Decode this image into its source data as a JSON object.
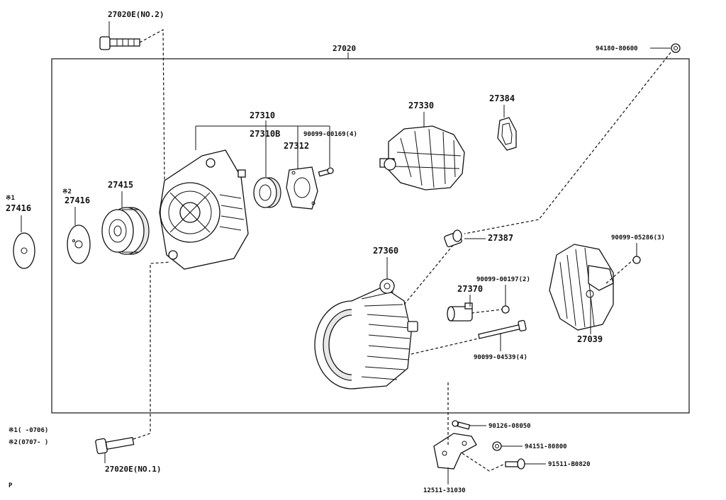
{
  "labels": {
    "bolt_top": "27020E(NO.2)",
    "assembly": "27020",
    "bolt_top_right": "94180-80600",
    "bracket_group": "27310",
    "bearing": "27310B",
    "plate": "27312",
    "screw_group": "90099-00169(4)",
    "rotor": "27330",
    "brush_cover": "27384",
    "washer_note1_mark": "※1",
    "washer_note1_part": "27416",
    "washer_note2_mark": "※2",
    "washer_note2_part": "27416",
    "pulley": "27415",
    "terminal": "27387",
    "stator_frame": "27360",
    "nut_right": "90099-05286(3)",
    "nut_mid": "90099-00197(2)",
    "regulator": "27370",
    "rear_cover": "27039",
    "through_bolt": "90099-04539(4)",
    "note1": "※1(      -0706)",
    "note2": "※2(0707-      )",
    "bolt_bottom": "27020E(NO.1)",
    "screw_bottom": "90126-08050",
    "nut_bottom": "94151-80800",
    "bolt_bottom_right": "91511-B0820",
    "bracket_bottom": "12511-31030",
    "corner_mark": "P"
  }
}
